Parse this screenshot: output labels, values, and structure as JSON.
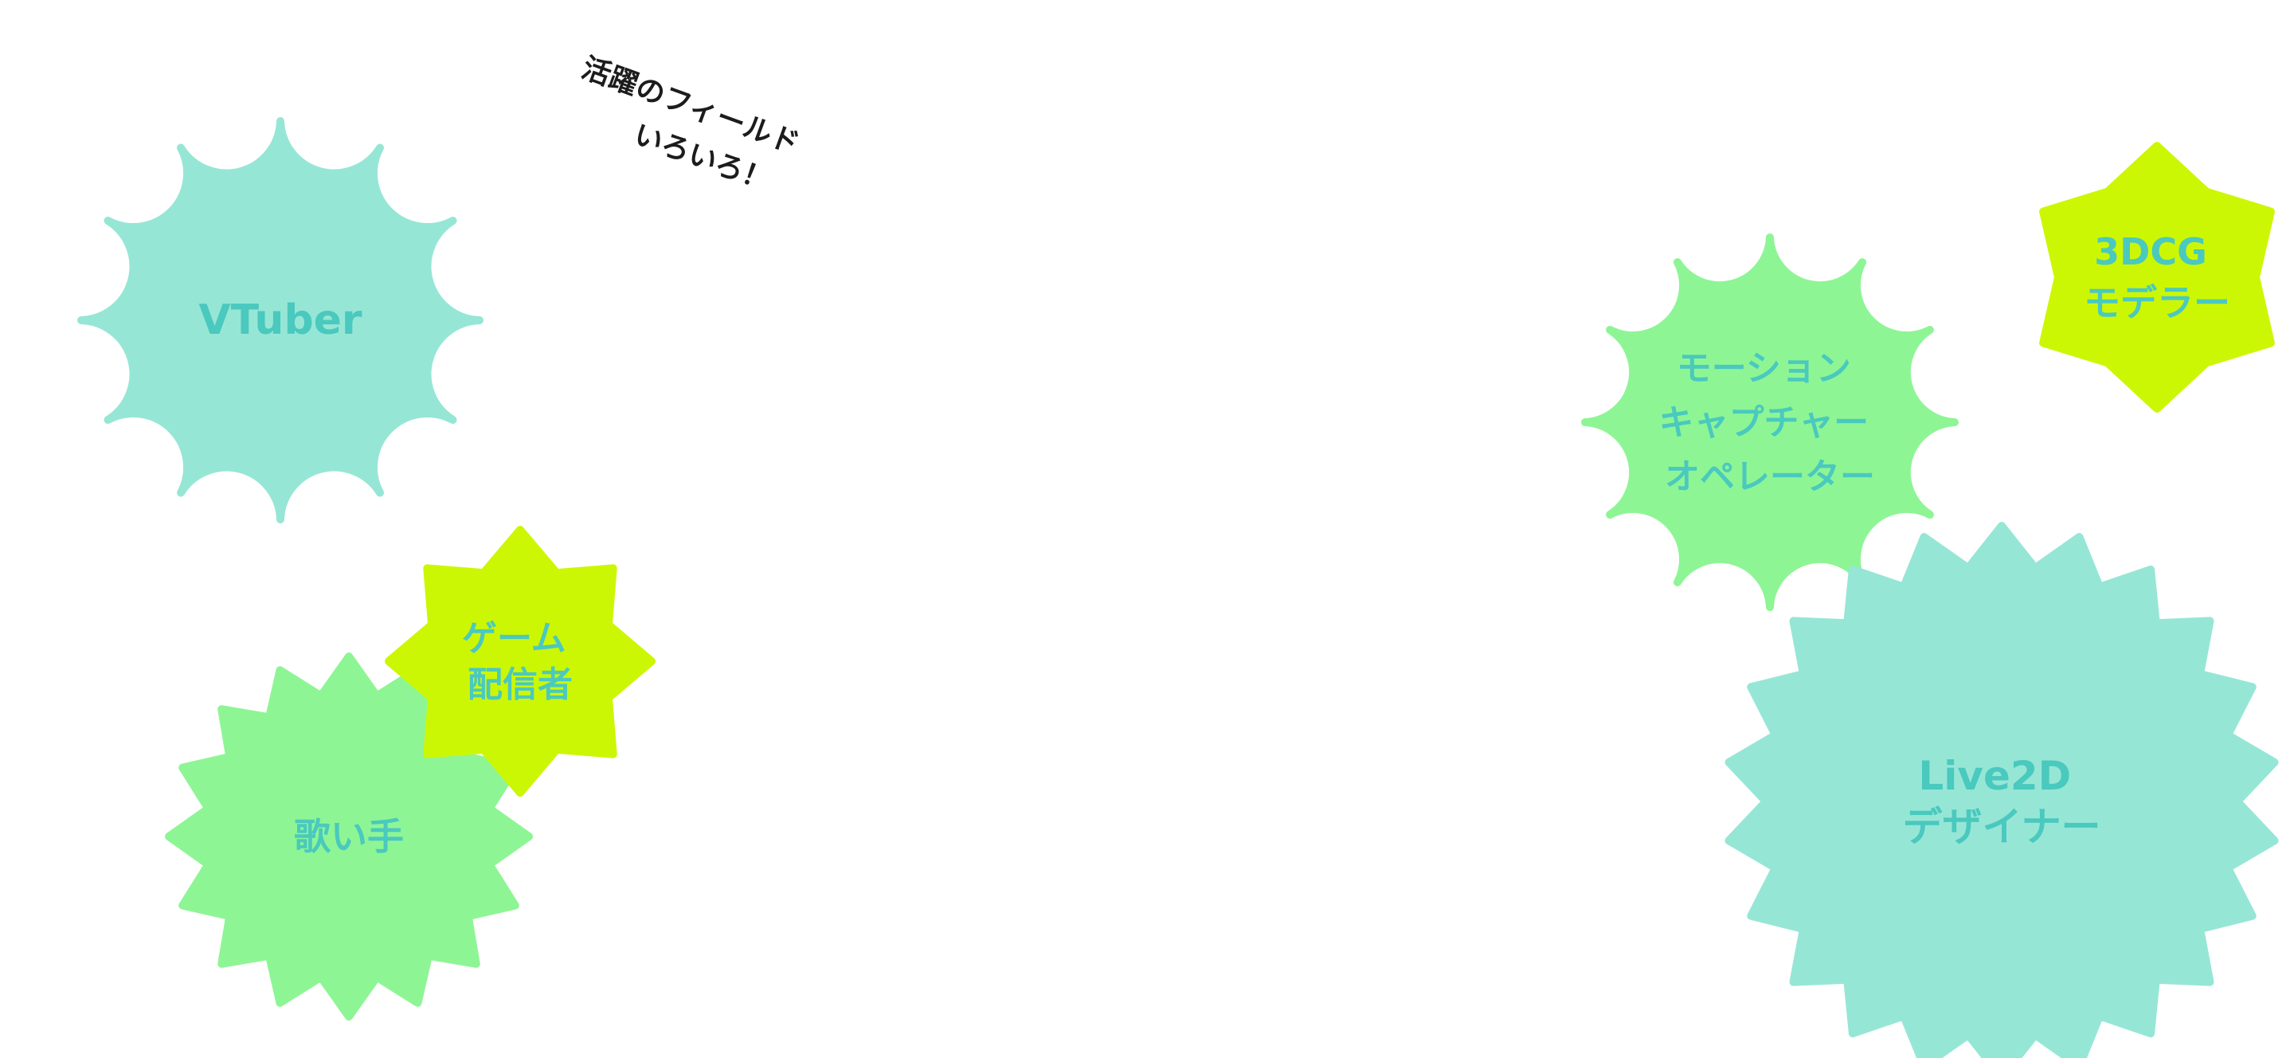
{
  "heading": {
    "line1": "活躍のフィールド",
    "line2": "いろいろ！"
  },
  "colors": {
    "teal_badge": "#96E6D6",
    "green_badge": "#8EF595",
    "lime_badge": "#CCF704",
    "label_text": "#4AC9BE",
    "heading_text": "#1C1C1C",
    "background": "#FFFFFF"
  },
  "badges": [
    {
      "id": "vtuber",
      "lines": [
        "VTuber"
      ],
      "color": "teal_badge"
    },
    {
      "id": "singer",
      "lines": [
        "歌い手"
      ],
      "color": "green_badge"
    },
    {
      "id": "game-streamer",
      "lines": [
        "ゲーム",
        "配信者"
      ],
      "color": "lime_badge"
    },
    {
      "id": "motion-capture-operator",
      "lines": [
        "モーション",
        "キャプチャー",
        "オペレーター"
      ],
      "color": "green_badge"
    },
    {
      "id": "3dcg-modeler",
      "lines": [
        "3DCG",
        "モデラー"
      ],
      "color": "lime_badge"
    },
    {
      "id": "live2d-designer",
      "lines": [
        "Live2D",
        "デザイナー"
      ],
      "color": "teal_badge"
    }
  ]
}
